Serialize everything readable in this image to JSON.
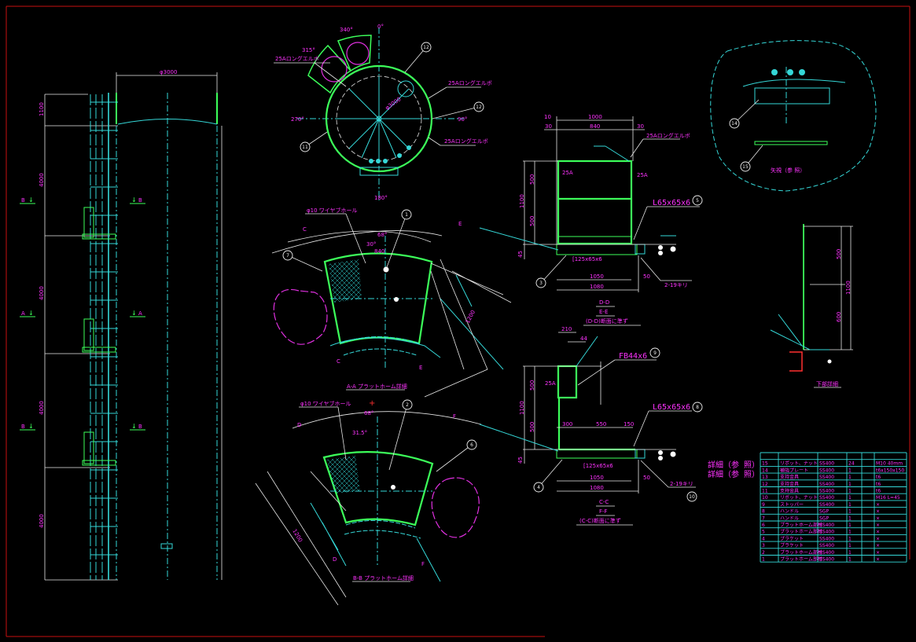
{
  "colors": {
    "background": "#000000",
    "frame": "#c81010",
    "text": "#ff33ff",
    "centerline": "#35d8d8",
    "steel": "#3cff5a",
    "dimension": "#e8e8e8"
  },
  "elevation": {
    "diameter_label": "φ3000",
    "dims": [
      "1100",
      "4000",
      "4000",
      "4000",
      "4000"
    ],
    "section_marks": [
      "B",
      "B",
      "A",
      "A",
      "B",
      "B"
    ]
  },
  "plan": {
    "angles": [
      "0°",
      "90°",
      "180°",
      "270°",
      "340°",
      "315°"
    ],
    "elbow_labels": [
      "25Aロングエルボ",
      "25Aロングエルボ",
      "25Aロングエルボ"
    ],
    "balloons": [
      "12",
      "12",
      "11"
    ],
    "inner_dim": "φ3000"
  },
  "section_aa": {
    "title": "A-A プラットホーム詳細",
    "hole_label": "φ10 ワイヤブホール",
    "balloons": [
      "1",
      "7"
    ],
    "dims": [
      "68°",
      "30°",
      "840",
      "1200"
    ],
    "marks": [
      "C",
      "C",
      "E",
      "E"
    ]
  },
  "section_bb": {
    "title": "B-B プラットホーム詳細",
    "hole_label": "φ10 ワイヤブホール",
    "balloons": [
      "2",
      "6"
    ],
    "dims": [
      "68°",
      "31.5°",
      "1200"
    ],
    "marks": [
      "D",
      "D",
      "F",
      "F"
    ]
  },
  "section_dd": {
    "titles": [
      "D-D",
      "E-E",
      "(D-D)断面に準ず"
    ],
    "dims_top": [
      "10",
      "1000",
      "30",
      "840",
      "30"
    ],
    "dims_side": [
      "1100",
      "500",
      "500",
      "45"
    ],
    "dims_bottom": [
      "1050",
      "1080",
      "50"
    ],
    "members": [
      "L65x65x6",
      "[125x65x6",
      "2-19キリ",
      "25Aロングエルボ",
      "25A",
      "25A"
    ],
    "balloons": [
      "5",
      "3"
    ]
  },
  "section_cc": {
    "titles": [
      "C-C",
      "F-F",
      "(C-C)断面に準ず"
    ],
    "dims_top": [
      "210",
      "44"
    ],
    "dims_side": [
      "1100",
      "500",
      "500",
      "45"
    ],
    "dims_mid": [
      "300",
      "550",
      "150"
    ],
    "dims_bottom": [
      "1050",
      "1080",
      "50"
    ],
    "members": [
      "FB44x6",
      "L65x65x6",
      "[125x65x6",
      "2-19キリ",
      "25A"
    ],
    "balloons": [
      "9",
      "8",
      "4",
      "10"
    ]
  },
  "view_arrow": {
    "label": "矢視（参 照）",
    "balloons": [
      "14",
      "15"
    ]
  },
  "bottom_detail": {
    "title": "下部詳細",
    "dims": [
      "500",
      "1100",
      "600"
    ]
  },
  "parts_table": {
    "side_labels": [
      "詳細（参 照）",
      "詳細（参 照）"
    ],
    "rows": [
      [
        "",
        "",
        "",
        "",
        "",
        ""
      ],
      [
        "15",
        "リボット、ナット",
        "SS400",
        "24",
        "",
        "M10 40mm"
      ],
      [
        "14",
        "補強プレート",
        "SS400",
        "1",
        "",
        "t6x150x150"
      ],
      [
        "13",
        "支持金具",
        "SS400",
        "1",
        "",
        "t6"
      ],
      [
        "12",
        "支持金具",
        "SS400",
        "1",
        "",
        "t6"
      ],
      [
        "11",
        "支持金具",
        "SS400",
        "1",
        "",
        "t6"
      ],
      [
        "10",
        "リボット、ナット",
        "SS400",
        "1",
        "",
        "M16 L=45"
      ],
      [
        "9",
        "ストッパー",
        "SS400",
        "1",
        "",
        "×"
      ],
      [
        "8",
        "ハンドル",
        "SGP",
        "1",
        "",
        "×"
      ],
      [
        "7",
        "ハンドル",
        "SGP",
        "1",
        "",
        "×"
      ],
      [
        "6",
        "プラットホーム部材",
        "SS400",
        "1",
        "",
        "×"
      ],
      [
        "5",
        "プラットホーム部材",
        "SS400",
        "1",
        "",
        "×"
      ],
      [
        "4",
        "プラケット",
        "SS400",
        "1",
        "",
        "×"
      ],
      [
        "3",
        "プラケット",
        "SS400",
        "1",
        "",
        "×"
      ],
      [
        "2",
        "プラットホーム部材",
        "SS400",
        "1",
        "",
        "×"
      ],
      [
        "1",
        "プラットホーム部材",
        "SS400",
        "1",
        "",
        "×"
      ]
    ]
  }
}
